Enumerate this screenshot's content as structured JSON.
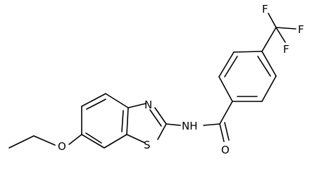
{
  "figure": {
    "type": "chemical-structure",
    "colors": {
      "bond": "#000000",
      "label": "#000000",
      "background": "#ffffff"
    },
    "atom_labels": {
      "n_thiazole": "N",
      "s_thiazole": "S",
      "nh_amide": "NH",
      "o_carbonyl": "O",
      "o_ether": "O",
      "f_top": "F",
      "f_right": "F",
      "f_middle": "F"
    }
  }
}
